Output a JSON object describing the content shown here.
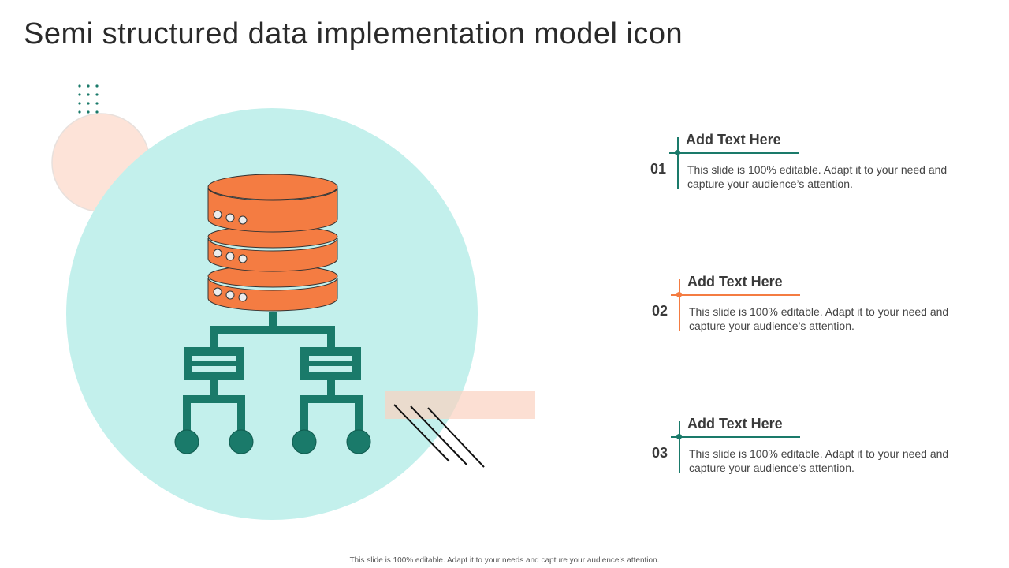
{
  "title": "Semi structured data implementation model icon",
  "colors": {
    "teal": "#1a7a6a",
    "orange": "#f47c42",
    "mint": "#c3f0ec",
    "peach": "#fde3d8"
  },
  "icons": [
    "database-icon",
    "hierarchy-network-icon"
  ],
  "items": [
    {
      "number": "01",
      "heading": "Add Text Here",
      "body": "This slide is 100% editable. Adapt it to your need and capture your audience’s attention.",
      "accent": "#1a7a6a"
    },
    {
      "number": "02",
      "heading": "Add Text Here",
      "body": "This slide is 100% editable. Adapt it to your need and capture your audience’s attention.",
      "accent": "#f47c42"
    },
    {
      "number": "03",
      "heading": "Add Text Here",
      "body": "This slide is 100% editable. Adapt it to your need and capture your audience’s attention.",
      "accent": "#1a7a6a"
    }
  ],
  "footer": "This slide is 100% editable. Adapt it to your needs and capture your audience’s attention."
}
